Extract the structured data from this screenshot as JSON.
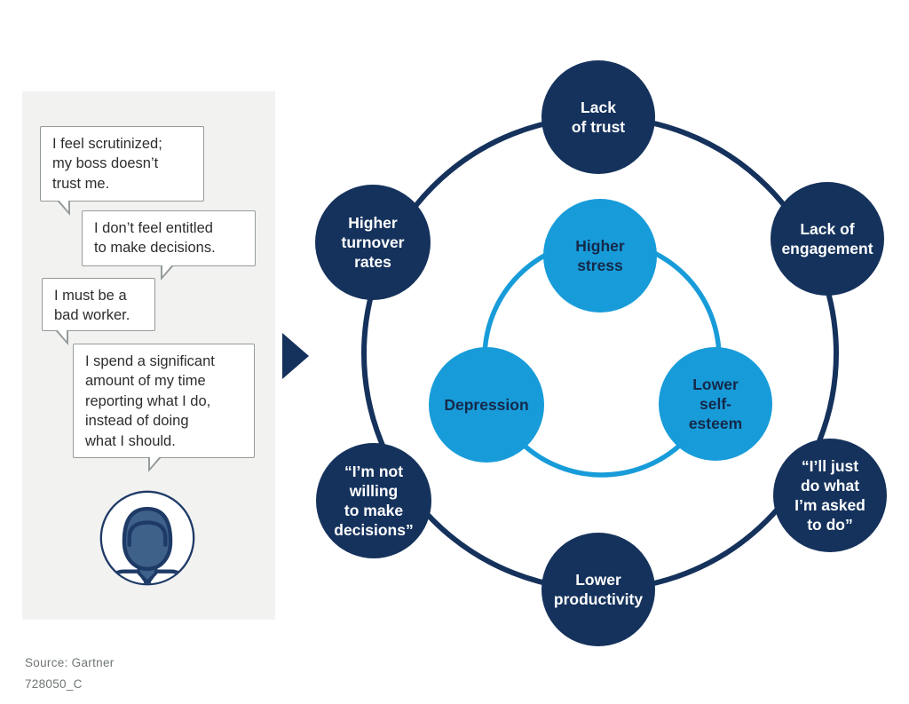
{
  "colors": {
    "navy": "#15325C",
    "light_blue": "#189CD9",
    "panel_background": "#F2F2F1",
    "bubble_border": "#949B9B",
    "quote_text": "#2D2D2D",
    "footer_text": "#6F7673",
    "avatar_body": "#3E618A",
    "avatar_outline": "#1E3A66"
  },
  "left_panel": {
    "quotes": [
      "I feel scrutinized;\nmy boss doesn’t\ntrust me.",
      "I don’t feel entitled\nto make decisions.",
      "I must be a\nbad worker.",
      "I spend a significant\namount of my time\nreporting what I do,\ninstead of doing\nwhat I should."
    ],
    "avatar_icon": "employee-avatar-icon"
  },
  "arrow_icon": "flow-arrow-right-icon",
  "diagram": {
    "outer_ring": {
      "nodes": [
        {
          "id": "lack-of-trust",
          "label": "Lack\nof trust"
        },
        {
          "id": "lack-of-engagement",
          "label": "Lack of\nengagement"
        },
        {
          "id": "ill-just-do-what-im-asked",
          "label": "“I’ll just\ndo what\nI’m asked\nto do”"
        },
        {
          "id": "lower-productivity",
          "label": "Lower\nproductivity"
        },
        {
          "id": "im-not-willing-to-make-decisions",
          "label": "“I’m not\nwilling\nto make\ndecisions”"
        },
        {
          "id": "higher-turnover-rates",
          "label": "Higher\nturnover\nrates"
        }
      ]
    },
    "inner_ring": {
      "nodes": [
        {
          "id": "higher-stress",
          "label": "Higher\nstress"
        },
        {
          "id": "lower-self-esteem",
          "label": "Lower\nself-\nesteem"
        },
        {
          "id": "depression",
          "label": "Depression"
        }
      ]
    }
  },
  "footer": {
    "source": "Source: Gartner",
    "code": "728050_C"
  }
}
